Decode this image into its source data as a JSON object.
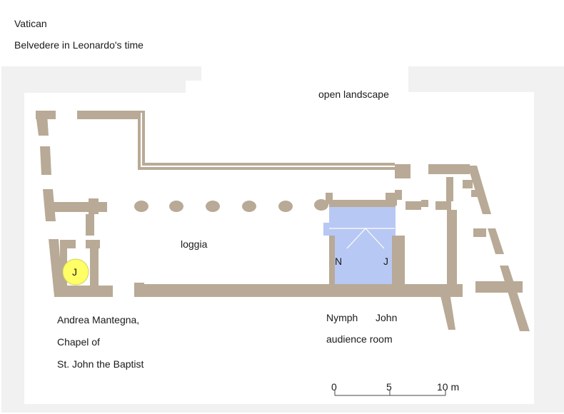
{
  "header": {
    "title": "Vatican",
    "subtitle": "Belvedere in Leonardo's time"
  },
  "labels": {
    "landscape": "open landscape",
    "loggia": "loggia",
    "chapel_line1": "Andrea Mantegna,",
    "chapel_line2": "Chapel of",
    "chapel_line3": "St. John the Baptist",
    "nymph": "Nymph",
    "john": "John",
    "audience": "audience room"
  },
  "markers": {
    "chapel_j": "J",
    "room_n": "N",
    "room_j": "J"
  },
  "scale": {
    "ticks": [
      "0",
      "5",
      "10 m"
    ]
  },
  "colors": {
    "wall": "#b8aa96",
    "audience_room": "#b8c8f4",
    "chapel_circle": "#ffff66",
    "background_tint": "#f0f0f0"
  }
}
